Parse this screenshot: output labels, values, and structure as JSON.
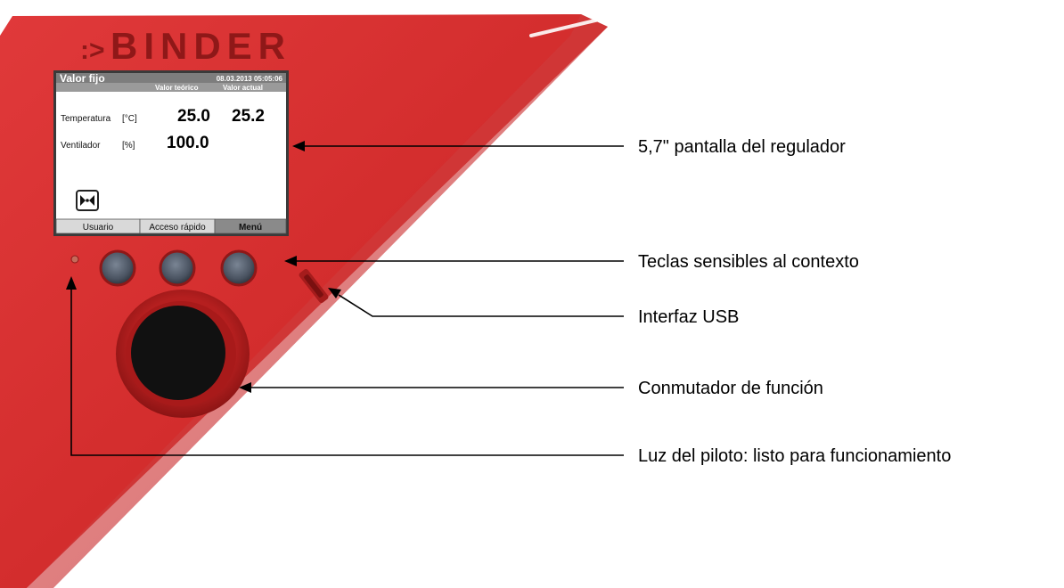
{
  "panel": {
    "brand": "BINDER",
    "color": "#d52b2b"
  },
  "screen": {
    "title": "Valor fijo",
    "datetime": "08.03.2013 05:05:06",
    "col_setpoint": "Valor teórico",
    "col_actual": "Valor actual",
    "rows": [
      {
        "label": "Temperatura",
        "unit": "[°C]",
        "setpoint": "25.0",
        "actual": "25.2"
      },
      {
        "label": "Ventilador",
        "unit": "[%]",
        "setpoint": "100.0",
        "actual": ""
      }
    ],
    "softkeys": [
      "Usuario",
      "Acceso rápido",
      "Menú"
    ]
  },
  "callouts": [
    {
      "text": "5,7\" pantalla del regulador"
    },
    {
      "text": "Teclas sensibles al contexto"
    },
    {
      "text": "Interfaz USB"
    },
    {
      "text": "Conmutador de función"
    },
    {
      "text": "Luz del piloto: listo para funcionamiento"
    }
  ]
}
